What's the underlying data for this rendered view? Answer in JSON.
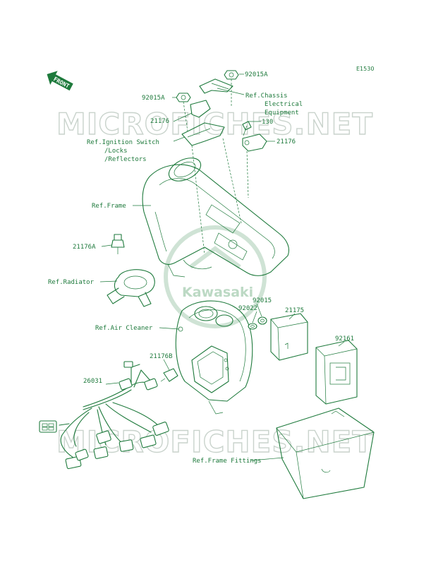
{
  "diagram_code": "E1530",
  "watermark": {
    "top": "MICROFICHES.NET",
    "bottom": "MICROFICHES.NET",
    "logo": "Kawasaki"
  },
  "front_arrow": "FRONT",
  "parts": {
    "p92015A_top": "92015A",
    "p92015A_left": "92015A",
    "p21176_left": "21176",
    "p130": "130",
    "p21176_right": "21176",
    "p21176A": "21176A",
    "p92015": "92015",
    "p92022": "92022",
    "p21175": "21175",
    "p92161": "92161",
    "p21176B": "21176B",
    "p26031": "26031"
  },
  "refs": {
    "chassis_1": "Ref.Chassis",
    "chassis_2": "Electrical",
    "chassis_3": "Equipment",
    "ignition_1": "Ref.Ignition Switch",
    "ignition_2": "/Locks",
    "ignition_3": "/Reflectors",
    "frame": "Ref.Frame",
    "radiator": "Ref.Radiator",
    "air_cleaner": "Ref.Air Cleaner",
    "frame_fittings": "Ref.Frame Fittings"
  }
}
